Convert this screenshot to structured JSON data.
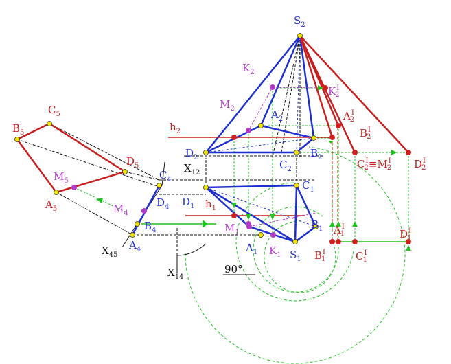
{
  "colors": {
    "blue": "#1e2fd0",
    "red": "#c81e1e",
    "magenta": "#b23cc8",
    "green": "#1fc21f",
    "black": "#111111",
    "point_fill": "#f2e200",
    "red_point": "#d02020"
  },
  "labels": {
    "S2": {
      "base": "S",
      "sub": "2"
    },
    "K2": {
      "base": "K",
      "sub": "2"
    },
    "K2p": {
      "base": "K",
      "sub": "2",
      "sup": "I"
    },
    "M2": {
      "base": "M",
      "sub": "2"
    },
    "A2": {
      "base": "A",
      "sub": "2"
    },
    "A2p": {
      "base": "A",
      "sub": "2",
      "sup": "I"
    },
    "h2": {
      "base": "h",
      "sub": "2"
    },
    "B2p": {
      "base": "B",
      "sub": "2",
      "sup": "I"
    },
    "D2": {
      "base": "D",
      "sub": "2"
    },
    "B2": {
      "base": "B",
      "sub": "2"
    },
    "C2": {
      "base": "C",
      "sub": "2"
    },
    "C2pM2p": {
      "text": "C",
      "sub": "2",
      "sup": "I",
      "mid": "≡M",
      "sub2": "2",
      "sup2": "I"
    },
    "D2p": {
      "base": "D",
      "sub": "2",
      "sup": "I"
    },
    "X12": {
      "base": "X",
      "sub": "12"
    },
    "B5": {
      "base": "B",
      "sub": "5"
    },
    "C5": {
      "base": "C",
      "sub": "5"
    },
    "D5": {
      "base": "D",
      "sub": "5"
    },
    "M5": {
      "base": "M",
      "sub": "5"
    },
    "A5": {
      "base": "A",
      "sub": "5"
    },
    "M4": {
      "base": "M",
      "sub": "4"
    },
    "C4": {
      "base": "C",
      "sub": "4"
    },
    "D4": {
      "base": "D",
      "sub": "4"
    },
    "B4": {
      "base": "B",
      "sub": "4"
    },
    "A4": {
      "base": "A",
      "sub": "4"
    },
    "X45": {
      "base": "X",
      "sub": "45"
    },
    "X14": {
      "base": "X",
      "sub": "14"
    },
    "D1": {
      "base": "D",
      "sub": "1"
    },
    "h1": {
      "base": "h",
      "sub": "1"
    },
    "C1": {
      "base": "C",
      "sub": "1"
    },
    "M1": {
      "base": "M",
      "sub": "1"
    },
    "B1": {
      "base": "B",
      "sub": "1"
    },
    "A1": {
      "base": "A",
      "sub": "1"
    },
    "K1": {
      "base": "K",
      "sub": "1"
    },
    "S1": {
      "base": "S",
      "sub": "1"
    },
    "A1p": {
      "base": "A",
      "sub": "1",
      "sup": "I"
    },
    "D1p": {
      "base": "D",
      "sub": "1",
      "sup": "I"
    },
    "B1p": {
      "base": "B",
      "sub": "1",
      "sup": "I"
    },
    "C1p": {
      "base": "C",
      "sub": "1",
      "sup": "I"
    },
    "angle": {
      "text": "90°"
    }
  }
}
